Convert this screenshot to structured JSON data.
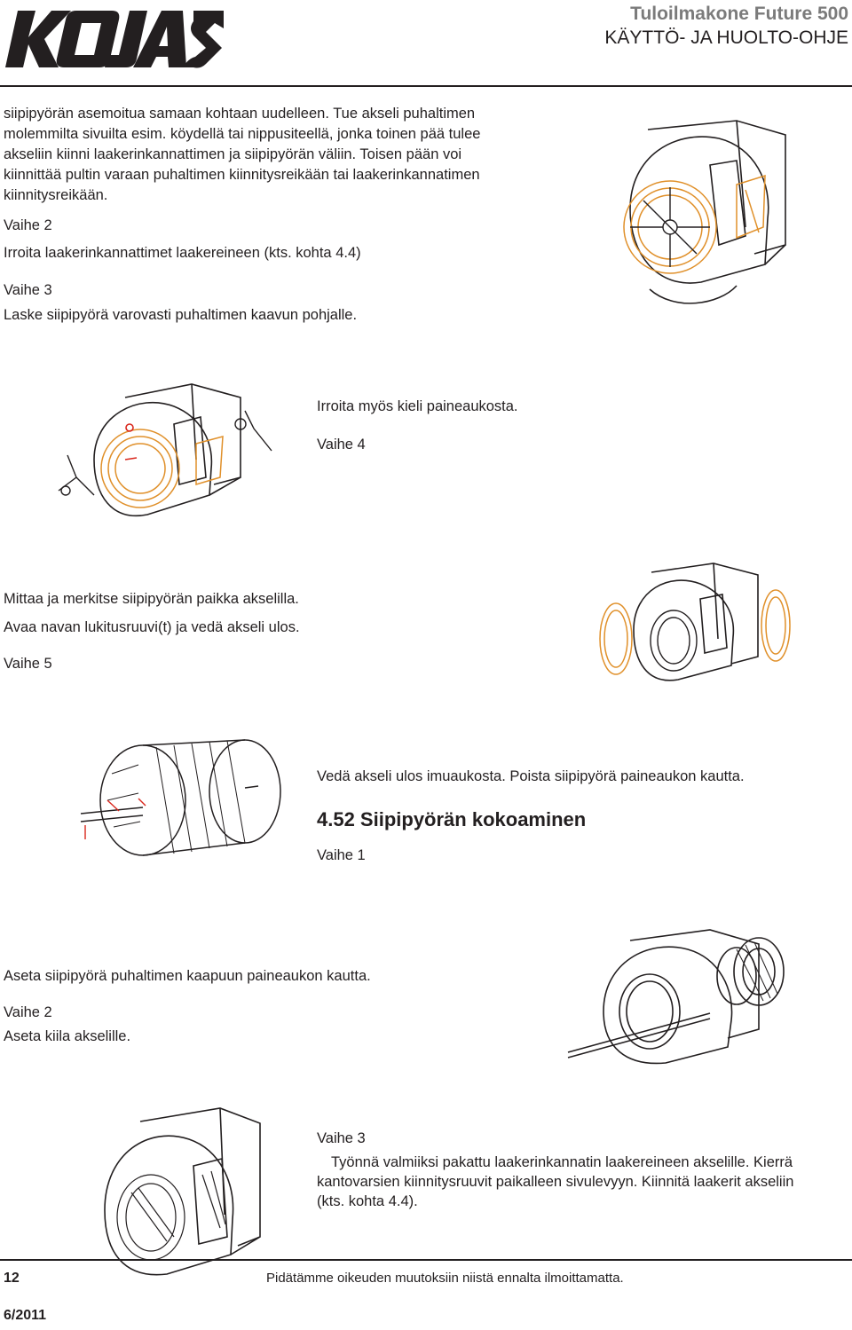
{
  "header": {
    "logo_text": "KOJA",
    "doc_title": "Tuloilmakone Future 500",
    "doc_subtitle": "KÄYTTÖ- JA HUOLTO-OHJE"
  },
  "intro": {
    "lines": [
      "siipipyörän asemoitua samaan kohtaan uudelleen. Tue akseli puhaltimen",
      "molemmilta sivuilta esim. köydellä tai nippusiteellä, jonka toinen pää tulee",
      "akseliin kiinni laakerinkannattimen ja siipipyörän väliin. Toisen pään voi",
      "kiinnittää pultin varaan puhaltimen kiinnitysreikään tai laakerinkannatimen",
      "kiinnitysreikään."
    ]
  },
  "sections": {
    "s1_step2_label": "Vaihe 2",
    "s1_step2_text": "Irroita laakerinkannattimet laakereineen (kts. kohta 4.4)",
    "s1_step3_label": "Vaihe 3",
    "s1_step3_text": "Laske siipipyörä varovasti puhaltimen kaavun pohjalle.",
    "s2_text": "Irroita myös kieli paineaukosta.",
    "s2_step4_label": "Vaihe 4",
    "s3_text1": "Mittaa ja merkitse siipipyörän paikka akselilla.",
    "s3_text2": "Avaa navan lukitusruuvi(t) ja vedä akseli ulos.",
    "s3_step5_label": "Vaihe 5",
    "s4_text": "Vedä akseli ulos imuaukosta. Poista siipipyörä paineaukon kautta.",
    "s4_title": "4.52 Siipipyörän kokoaminen",
    "s4_step1_label": "Vaihe 1",
    "s5_text1": "Aseta siipipyörä puhaltimen kaapuun paineaukon kautta.",
    "s5_step2_label": "Vaihe 2",
    "s5_text2": "Aseta kiila akselille.",
    "s6_step3_label": "Vaihe 3",
    "s6_lines": [
      "Työnnä valmiiksi pakattu laakerinkannatin laakereineen  akselille. Kierrä",
      "kantovarsien kiinnitysruuvit paikalleen sivulevyyn. Kiinnitä laakerit akseliin",
      "(kts. kohta 4.4)."
    ]
  },
  "footer": {
    "page_number": "12",
    "date": "6/2011",
    "notice": "Pidätämme oikeuden muutoksiin niistä ennalta ilmoittamatta."
  },
  "colors": {
    "text": "#231f20",
    "accent": "#e0902a",
    "highlight": "#d9261c"
  }
}
